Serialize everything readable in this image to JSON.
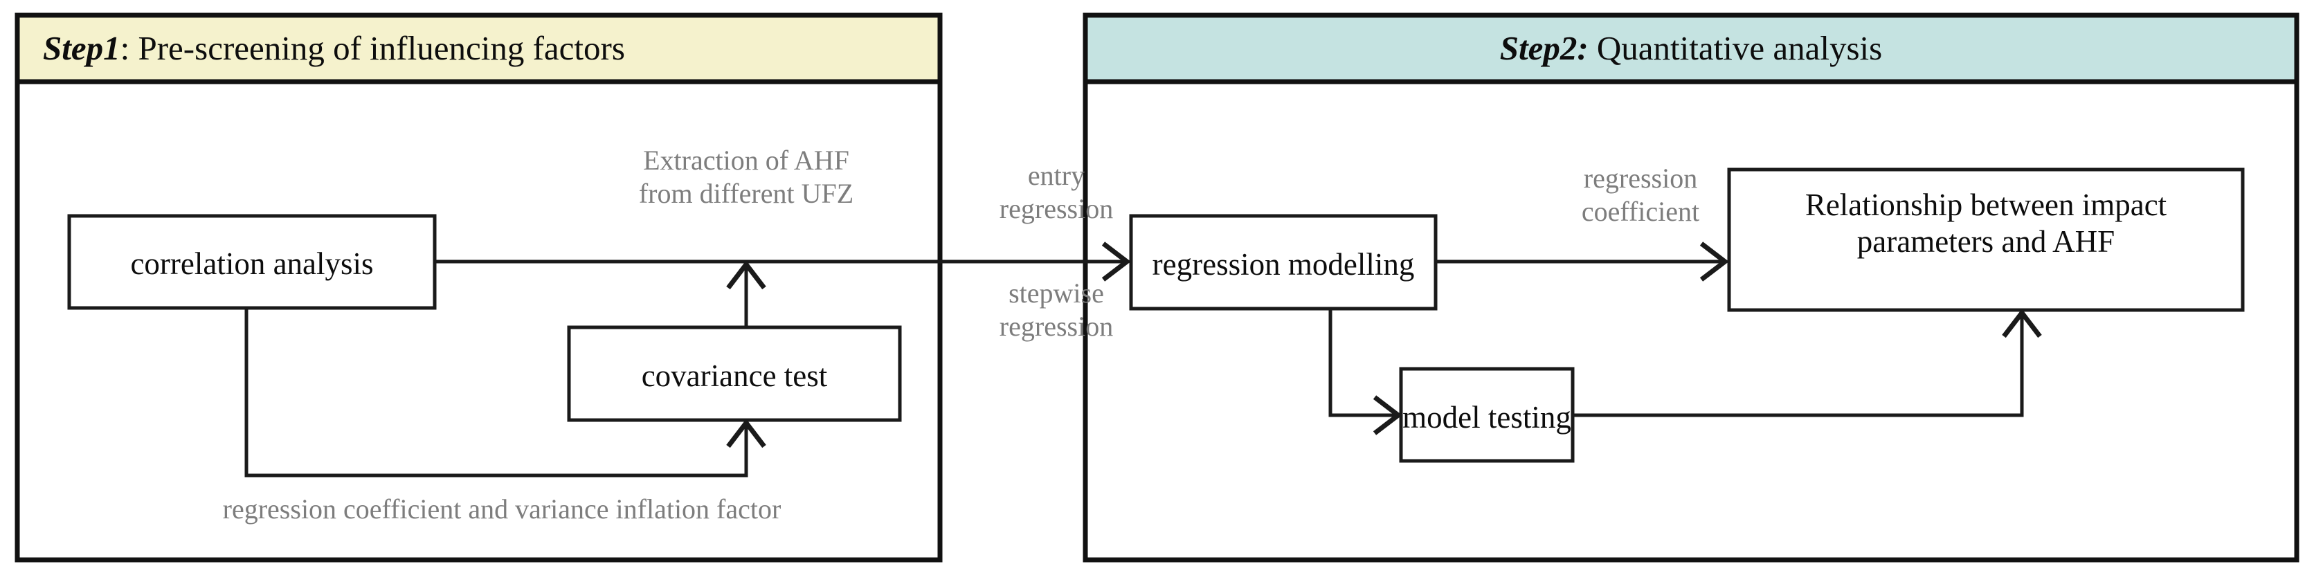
{
  "figure": {
    "type": "flowchart",
    "panels": [
      {
        "id": "step1",
        "header_prefix": "Step1",
        "header_rest": ": Pre-screening of influencing factors",
        "header_fill": "#f5f2cd",
        "align": "left"
      },
      {
        "id": "step2",
        "header_prefix": "Step2:",
        "header_rest": " Quantitative analysis",
        "header_fill": "#c5e3e1",
        "align": "center"
      }
    ],
    "nodes": [
      {
        "id": "correlation-analysis",
        "label": "correlation analysis"
      },
      {
        "id": "covariance-test",
        "label": "covariance test"
      },
      {
        "id": "regression-modelling",
        "label": "regression modelling"
      },
      {
        "id": "model-testing",
        "label": "model testing"
      },
      {
        "id": "relationship-result",
        "label_line1": "Relationship between impact",
        "label_line2": "parameters and AHF"
      }
    ],
    "notes": [
      {
        "id": "extraction-note",
        "line1": "Extraction of AHF",
        "line2": "from different UFZ"
      },
      {
        "id": "entry-regression-note",
        "line1": "entry",
        "line2": "regression"
      },
      {
        "id": "stepwise-regression-note",
        "line1": "stepwise",
        "line2": "regression"
      },
      {
        "id": "regression-coefficient-note",
        "line1": "regression",
        "line2": "coefficient"
      },
      {
        "id": "vif-note",
        "line1": "regression coefficient and variance inflation factor"
      }
    ],
    "colors": {
      "step1_header": "#f5f2cd",
      "step2_header": "#c5e3e1",
      "stroke": "#1a1a1a",
      "note_text": "#7d7d7d",
      "node_text": "#0d0d0d",
      "background": "#ffffff"
    }
  }
}
